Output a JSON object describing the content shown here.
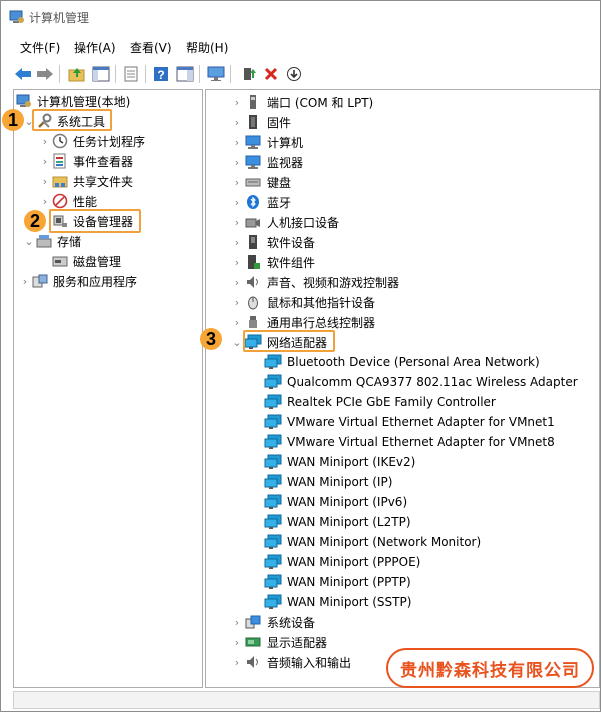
{
  "window": {
    "title": "计算机管理"
  },
  "menu": [
    "文件(F)",
    "操作(A)",
    "查看(V)",
    "帮助(H)"
  ],
  "toolbar": {
    "icons": [
      "back-arrow-icon",
      "forward-arrow-icon",
      "up-folder-icon",
      "console-tree-icon",
      "properties-icon",
      "help-icon",
      "view-icon",
      "monitor-icon",
      "update-driver-icon",
      "uninstall-x-icon",
      "download-icon"
    ]
  },
  "left_tree": [
    {
      "label": "计算机管理(本地)",
      "icon": "computer-management-icon",
      "arrow": ""
    },
    {
      "label": "系统工具",
      "icon": "system-tools-icon",
      "arrow": "down"
    },
    {
      "label": "任务计划程序",
      "icon": "clock-icon",
      "arrow": "right"
    },
    {
      "label": "事件查看器",
      "icon": "event-viewer-icon",
      "arrow": "right"
    },
    {
      "label": "共享文件夹",
      "icon": "shared-folder-icon",
      "arrow": "right"
    },
    {
      "label": "性能",
      "icon": "performance-icon",
      "arrow": "right"
    },
    {
      "label": "设备管理器",
      "icon": "device-manager-icon",
      "arrow": ""
    },
    {
      "label": "存储",
      "icon": "storage-icon",
      "arrow": "down"
    },
    {
      "label": "磁盘管理",
      "icon": "disk-icon",
      "arrow": ""
    },
    {
      "label": "服务和应用程序",
      "icon": "services-icon",
      "arrow": "right"
    }
  ],
  "right_tree": [
    {
      "label": "端口 (COM 和 LPT)",
      "icon": "port-icon",
      "arrow": "right"
    },
    {
      "label": "固件",
      "icon": "firmware-icon",
      "arrow": "right"
    },
    {
      "label": "计算机",
      "icon": "computer-icon",
      "arrow": "right"
    },
    {
      "label": "监视器",
      "icon": "monitor-icon",
      "arrow": "right"
    },
    {
      "label": "键盘",
      "icon": "keyboard-icon",
      "arrow": "right"
    },
    {
      "label": "蓝牙",
      "icon": "bluetooth-icon",
      "arrow": "right"
    },
    {
      "label": "人机接口设备",
      "icon": "hid-icon",
      "arrow": "right"
    },
    {
      "label": "软件设备",
      "icon": "software-device-icon",
      "arrow": "right"
    },
    {
      "label": "软件组件",
      "icon": "software-component-icon",
      "arrow": "right"
    },
    {
      "label": "声音、视频和游戏控制器",
      "icon": "speaker-icon",
      "arrow": "right"
    },
    {
      "label": "鼠标和其他指针设备",
      "icon": "mouse-icon",
      "arrow": "right"
    },
    {
      "label": "通用串行总线控制器",
      "icon": "usb-icon",
      "arrow": "right"
    },
    {
      "label": "网络适配器",
      "icon": "network-adapter-icon",
      "arrow": "down"
    },
    {
      "label": "Bluetooth Device (Personal Area Network)",
      "icon": "network-adapter-icon",
      "arrow": ""
    },
    {
      "label": "Qualcomm QCA9377 802.11ac Wireless Adapter",
      "icon": "network-adapter-icon",
      "arrow": ""
    },
    {
      "label": "Realtek PCIe GbE Family Controller",
      "icon": "network-adapter-icon",
      "arrow": ""
    },
    {
      "label": "VMware Virtual Ethernet Adapter for VMnet1",
      "icon": "network-adapter-icon",
      "arrow": ""
    },
    {
      "label": "VMware Virtual Ethernet Adapter for VMnet8",
      "icon": "network-adapter-icon",
      "arrow": ""
    },
    {
      "label": "WAN Miniport (IKEv2)",
      "icon": "network-adapter-icon",
      "arrow": ""
    },
    {
      "label": "WAN Miniport (IP)",
      "icon": "network-adapter-icon",
      "arrow": ""
    },
    {
      "label": "WAN Miniport (IPv6)",
      "icon": "network-adapter-icon",
      "arrow": ""
    },
    {
      "label": "WAN Miniport (L2TP)",
      "icon": "network-adapter-icon",
      "arrow": ""
    },
    {
      "label": "WAN Miniport (Network Monitor)",
      "icon": "network-adapter-icon",
      "arrow": ""
    },
    {
      "label": "WAN Miniport (PPPOE)",
      "icon": "network-adapter-icon",
      "arrow": ""
    },
    {
      "label": "WAN Miniport (PPTP)",
      "icon": "network-adapter-icon",
      "arrow": ""
    },
    {
      "label": "WAN Miniport (SSTP)",
      "icon": "network-adapter-icon",
      "arrow": ""
    },
    {
      "label": "系统设备",
      "icon": "system-device-icon",
      "arrow": "right"
    },
    {
      "label": "显示适配器",
      "icon": "display-adapter-icon",
      "arrow": "right"
    },
    {
      "label": "音频输入和输出",
      "icon": "audio-io-icon",
      "arrow": "right"
    }
  ],
  "badges": [
    "1",
    "2",
    "3"
  ],
  "watermark": "贵州黔森科技有限公司",
  "colors": {
    "highlight": "#f0a13a",
    "badge": "#f7a535",
    "watermark": "#e8531e",
    "adapter": "#1e9ad6"
  }
}
